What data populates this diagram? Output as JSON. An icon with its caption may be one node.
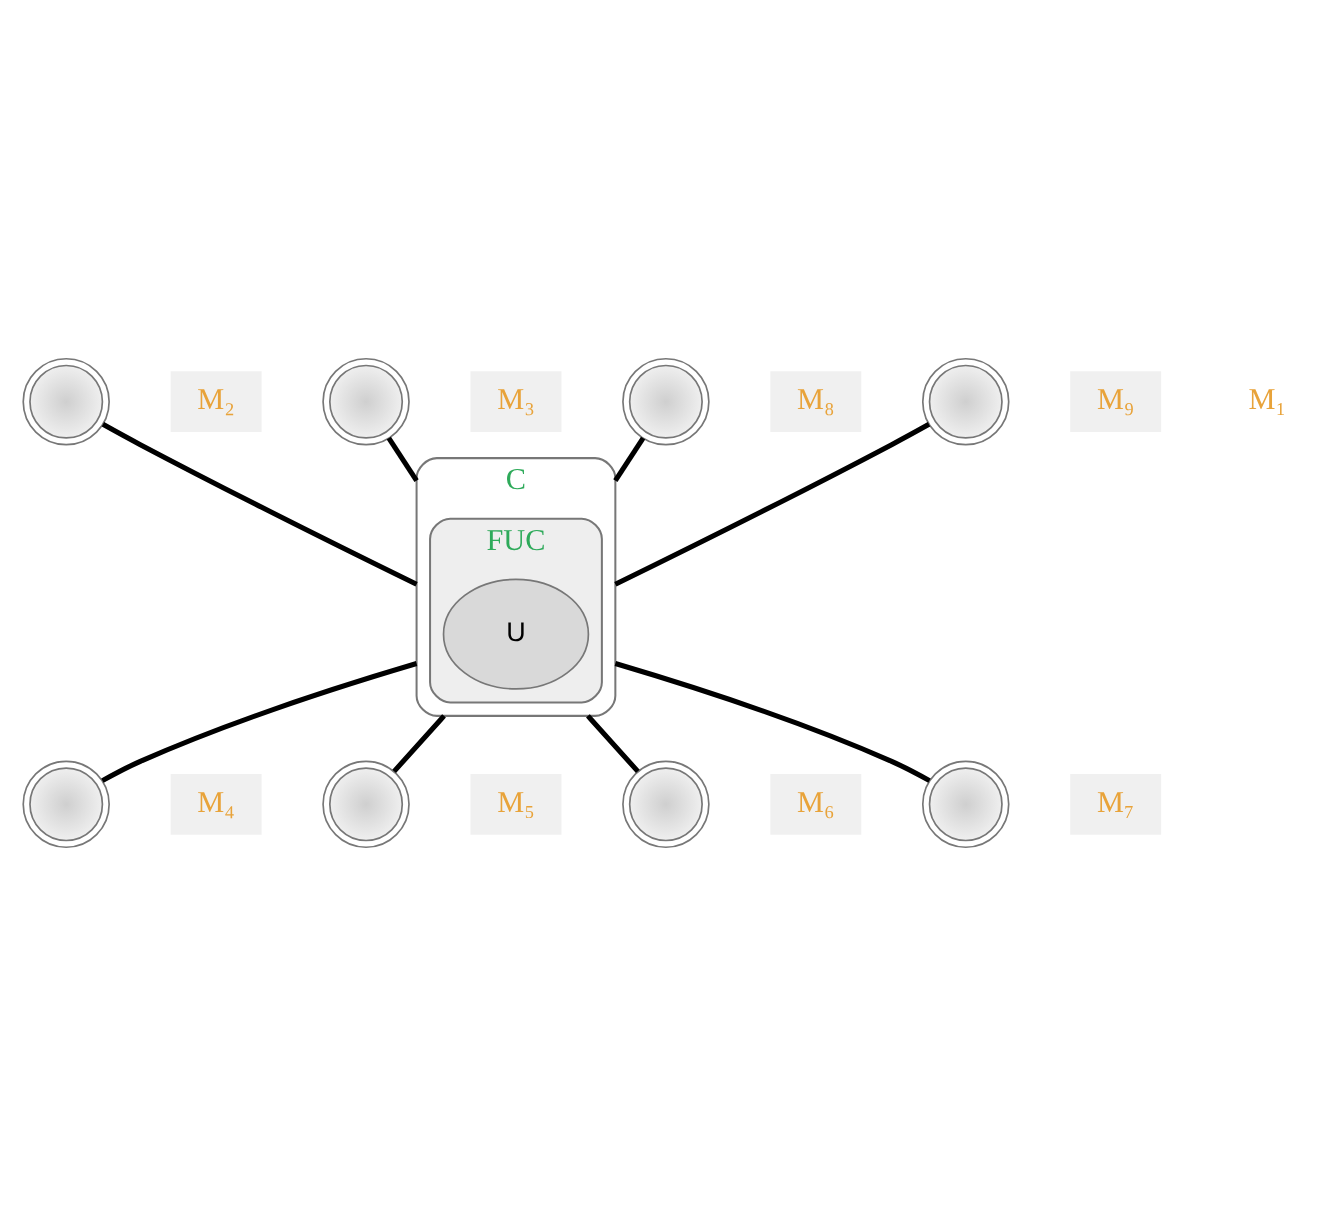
{
  "diagram": {
    "nodes": [
      {
        "text": [
          "C"
        ]
      },
      {
        "text": [
          "FUC"
        ],
        "in": 0
      },
      {
        "text": [
          "U"
        ],
        "in": 1
      },
      {
        "text": [],
        "shape": "circle",
        "beside": [
          "M₂"
        ]
      },
      {
        "text": [],
        "shape": "circle",
        "beside": [
          "M₃"
        ]
      },
      {
        "text": [],
        "shape": "circle",
        "beside": [
          "M₄"
        ]
      },
      {
        "text": [],
        "shape": "circle",
        "beside": [
          "M₅"
        ]
      },
      {
        "text": [],
        "shape": "circle",
        "beside": [
          "M₆"
        ]
      },
      {
        "text": [],
        "shape": "circle",
        "beside": [
          "M₇"
        ]
      },
      {
        "text": [],
        "shape": "circle",
        "beside": [
          "M₈"
        ]
      },
      {
        "text": [],
        "shape": "circle",
        "beside": [
          "M₉"
        ]
      }
    ],
    "edges": [
      {
        "from": 0,
        "to": 3,
        "arrow": "none"
      },
      {
        "from": 0,
        "to": 4,
        "arrow": "none"
      },
      {
        "from": 0,
        "to": 5,
        "arrow": "none"
      },
      {
        "from": 0,
        "to": 6,
        "arrow": "none"
      },
      {
        "from": 0,
        "to": 7,
        "arrow": "none"
      },
      {
        "from": 0,
        "to": 8,
        "arrow": "none"
      },
      {
        "from": 0,
        "to": 9,
        "arrow": "none"
      },
      {
        "from": 0,
        "to": 10,
        "arrow": "none"
      }
    ],
    "labels": [
      "M₁"
    ]
  }
}
